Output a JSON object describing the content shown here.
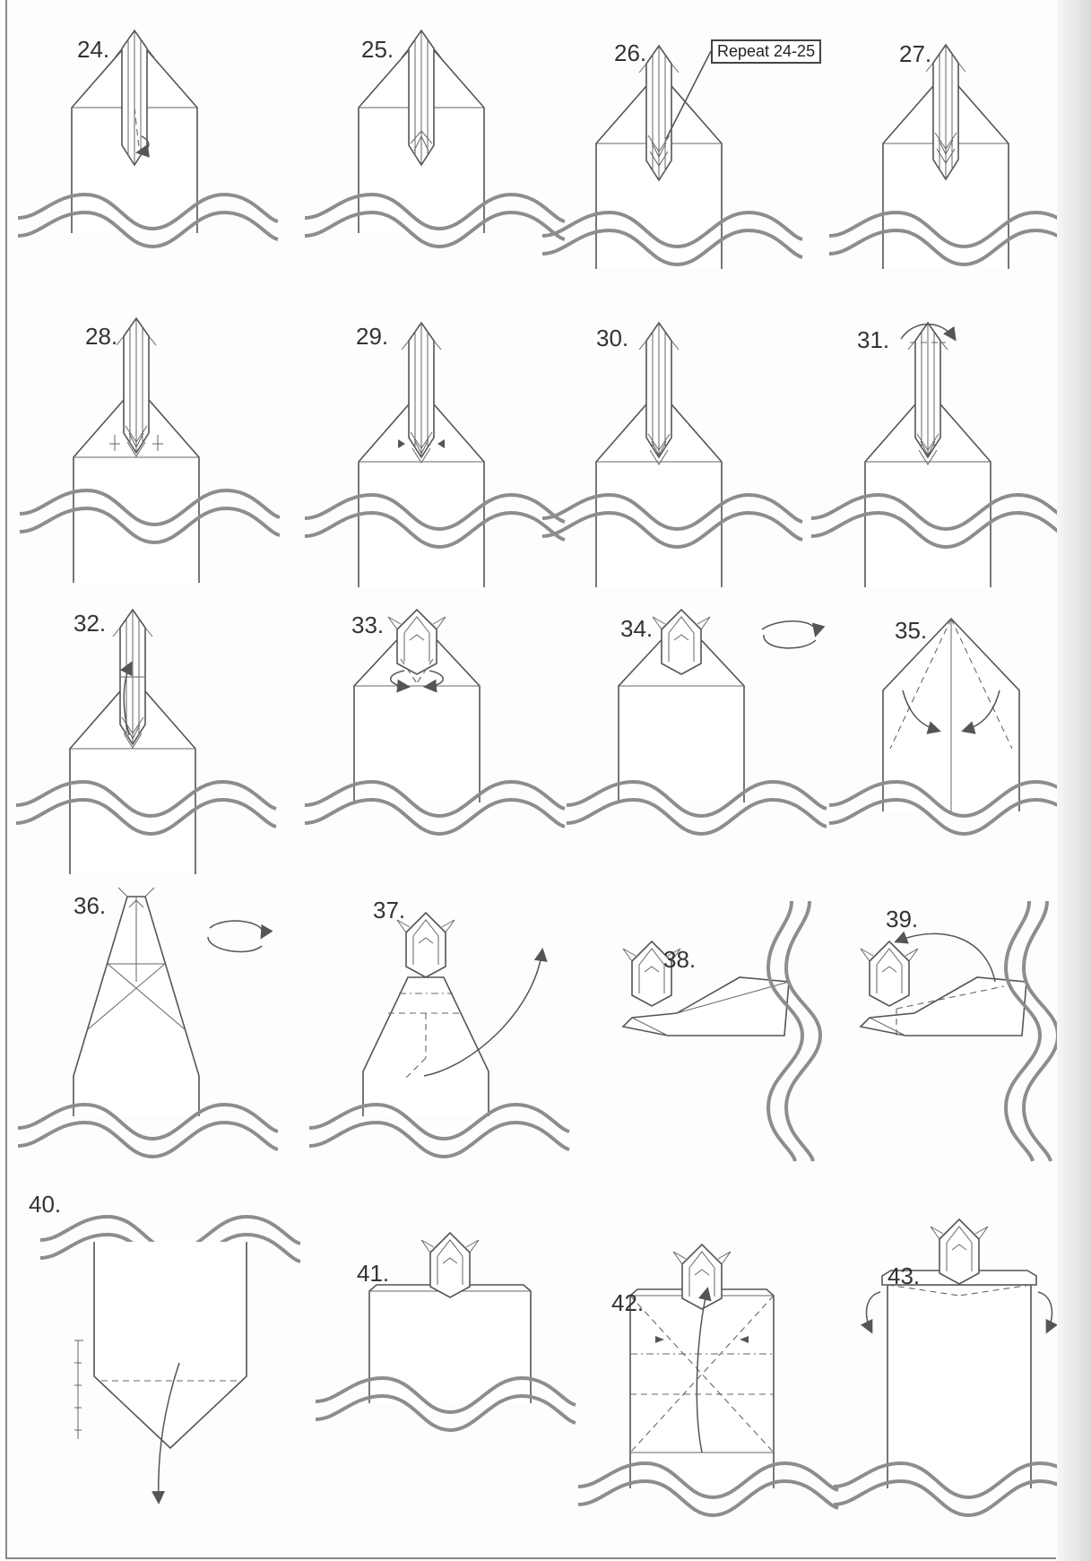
{
  "steps": [
    {
      "label": "24."
    },
    {
      "label": "25."
    },
    {
      "label": "26."
    },
    {
      "label": "27."
    },
    {
      "label": "28."
    },
    {
      "label": "29."
    },
    {
      "label": "30."
    },
    {
      "label": "31."
    },
    {
      "label": "32."
    },
    {
      "label": "33."
    },
    {
      "label": "34."
    },
    {
      "label": "35."
    },
    {
      "label": "36."
    },
    {
      "label": "37."
    },
    {
      "label": "38."
    },
    {
      "label": "39."
    },
    {
      "label": "40."
    },
    {
      "label": "41."
    },
    {
      "label": "42."
    },
    {
      "label": "43."
    }
  ],
  "callout": {
    "text": "Repeat 24-25"
  }
}
